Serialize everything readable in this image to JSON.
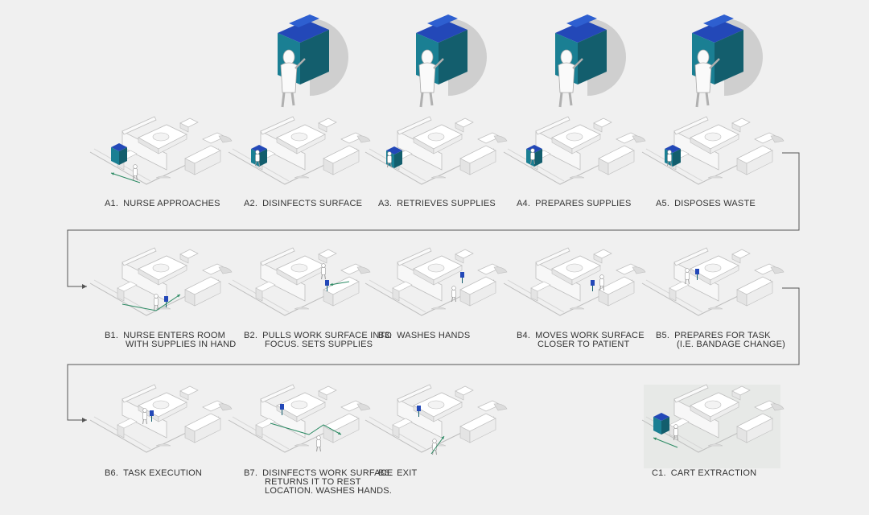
{
  "closeups": [
    {
      "id": "A2",
      "icon": "cart-closeup-wiping-icon"
    },
    {
      "id": "A3",
      "icon": "cart-closeup-bag-icon"
    },
    {
      "id": "A4",
      "icon": "cart-closeup-preparing-icon"
    },
    {
      "id": "A5",
      "icon": "cart-closeup-disposing-icon"
    }
  ],
  "rows": {
    "A": [
      {
        "code": "A1.",
        "line1": "NURSE APPROACHES",
        "line2": ""
      },
      {
        "code": "A2.",
        "line1": "DISINFECTS SURFACE",
        "line2": ""
      },
      {
        "code": "A3.",
        "line1": "RETRIEVES SUPPLIES",
        "line2": ""
      },
      {
        "code": "A4.",
        "line1": "PREPARES SUPPLIES",
        "line2": ""
      },
      {
        "code": "A5.",
        "line1": "DISPOSES WASTE",
        "line2": ""
      }
    ],
    "B": [
      {
        "code": "B1.",
        "line1": "NURSE ENTERS ROOM",
        "line2": "WITH SUPPLIES IN HAND"
      },
      {
        "code": "B2.",
        "line1": "PULLS WORK SURFACE INTO",
        "line2": "FOCUS. SETS SUPPLIES"
      },
      {
        "code": "B3.",
        "line1": "WASHES HANDS",
        "line2": ""
      },
      {
        "code": "B4.",
        "line1": "MOVES WORK SURFACE",
        "line2": "CLOSER TO PATIENT"
      },
      {
        "code": "B5.",
        "line1": "PREPARES FOR TASK",
        "line2": "(I.E. BANDAGE CHANGE)"
      }
    ],
    "B2row": [
      {
        "code": "B6.",
        "line1": "TASK EXECUTION",
        "line2": ""
      },
      {
        "code": "B7.",
        "line1": "DISINFECTS WORK SURFACE",
        "line2": "RETURNS IT TO REST"
      },
      {
        "code": "B8.",
        "line1": "EXIT",
        "line2": ""
      }
    ],
    "C": [
      {
        "code": "C1.",
        "line1": "CART EXTRACTION",
        "line2": ""
      }
    ]
  },
  "b7_line3": "LOCATION. WASHES HANDS.",
  "colors": {
    "cart": "#1a7f93",
    "cart_dark": "#135e6d",
    "cart_top": "#2348b8",
    "arrow": "#2b8a63",
    "line": "#555555",
    "room": "#ffffff",
    "room_edge": "#bdbdbd"
  }
}
